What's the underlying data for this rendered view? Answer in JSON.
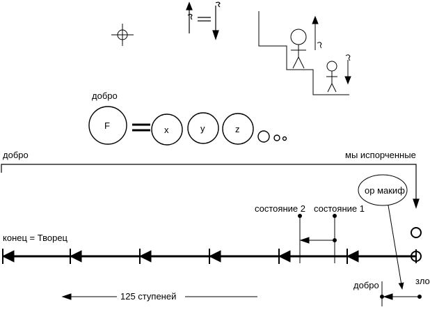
{
  "diagram": {
    "labels": {
      "dobro_circle": "добро",
      "f": "F",
      "x": "x",
      "y": "y",
      "z": "z",
      "dobro_left": "добро",
      "corrupted": "мы  испорченные",
      "or_makif": "ор макиф",
      "state2": "состояние 2",
      "state1": "состояние 1",
      "end_creator": "конец = Творец",
      "dobro_bottom": "добро",
      "zlo": "зло",
      "steps": "125 ступеней"
    }
  }
}
